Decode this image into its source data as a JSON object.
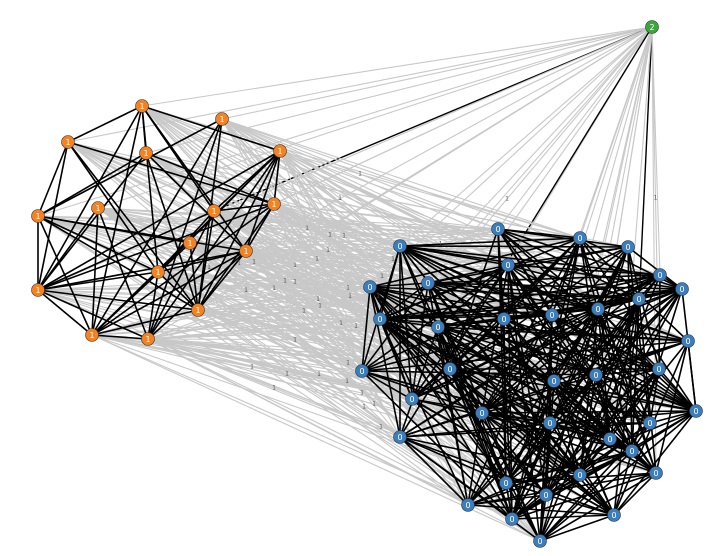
{
  "colors": {
    "cluster_0": "#3a7ebf",
    "cluster_1": "#f5821f",
    "cluster_2": "#3aa73a",
    "intra_edge": "#000000",
    "inter_edge": "#c8c8c8"
  },
  "edge_weight_label": "1",
  "nodes": [
    {
      "id": "n2",
      "label": "2",
      "cluster": 2
    },
    {
      "id": "o1",
      "label": "1",
      "cluster": 1
    },
    {
      "id": "o2",
      "label": "1",
      "cluster": 1
    },
    {
      "id": "o3",
      "label": "1",
      "cluster": 1
    },
    {
      "id": "o4",
      "label": "1",
      "cluster": 1
    },
    {
      "id": "o5",
      "label": "1",
      "cluster": 1
    },
    {
      "id": "o6",
      "label": "1",
      "cluster": 1
    },
    {
      "id": "o7",
      "label": "1",
      "cluster": 1
    },
    {
      "id": "o8",
      "label": "1",
      "cluster": 1
    },
    {
      "id": "o9",
      "label": "1",
      "cluster": 1
    },
    {
      "id": "o10",
      "label": "1",
      "cluster": 1
    },
    {
      "id": "o11",
      "label": "1",
      "cluster": 1
    },
    {
      "id": "o12",
      "label": "1",
      "cluster": 1
    },
    {
      "id": "o13",
      "label": "1",
      "cluster": 1
    },
    {
      "id": "o14",
      "label": "1",
      "cluster": 1
    },
    {
      "id": "o15",
      "label": "1",
      "cluster": 1
    },
    {
      "id": "o16",
      "label": "1",
      "cluster": 1
    },
    {
      "id": "b1",
      "label": "0",
      "cluster": 0
    },
    {
      "id": "b2",
      "label": "0",
      "cluster": 0
    },
    {
      "id": "b3",
      "label": "0",
      "cluster": 0
    },
    {
      "id": "b4",
      "label": "0",
      "cluster": 0
    },
    {
      "id": "b5",
      "label": "0",
      "cluster": 0
    },
    {
      "id": "b6",
      "label": "0",
      "cluster": 0
    },
    {
      "id": "b7",
      "label": "0",
      "cluster": 0
    },
    {
      "id": "b8",
      "label": "0",
      "cluster": 0
    },
    {
      "id": "b9",
      "label": "0",
      "cluster": 0
    },
    {
      "id": "b10",
      "label": "0",
      "cluster": 0
    },
    {
      "id": "b11",
      "label": "0",
      "cluster": 0
    },
    {
      "id": "b12",
      "label": "0",
      "cluster": 0
    },
    {
      "id": "b13",
      "label": "0",
      "cluster": 0
    },
    {
      "id": "b14",
      "label": "0",
      "cluster": 0
    },
    {
      "id": "b15",
      "label": "0",
      "cluster": 0
    },
    {
      "id": "b16",
      "label": "0",
      "cluster": 0
    },
    {
      "id": "b17",
      "label": "0",
      "cluster": 0
    },
    {
      "id": "b18",
      "label": "0",
      "cluster": 0
    },
    {
      "id": "b19",
      "label": "0",
      "cluster": 0
    },
    {
      "id": "b20",
      "label": "0",
      "cluster": 0
    },
    {
      "id": "b21",
      "label": "0",
      "cluster": 0
    },
    {
      "id": "b22",
      "label": "0",
      "cluster": 0
    },
    {
      "id": "b23",
      "label": "0",
      "cluster": 0
    },
    {
      "id": "b24",
      "label": "0",
      "cluster": 0
    },
    {
      "id": "b25",
      "label": "0",
      "cluster": 0
    },
    {
      "id": "b26",
      "label": "0",
      "cluster": 0
    },
    {
      "id": "b27",
      "label": "0",
      "cluster": 0
    },
    {
      "id": "b28",
      "label": "0",
      "cluster": 0
    },
    {
      "id": "b29",
      "label": "0",
      "cluster": 0
    },
    {
      "id": "b30",
      "label": "0",
      "cluster": 0
    },
    {
      "id": "b31",
      "label": "0",
      "cluster": 0
    },
    {
      "id": "b32",
      "label": "0",
      "cluster": 0
    },
    {
      "id": "b33",
      "label": "0",
      "cluster": 0
    },
    {
      "id": "b34",
      "label": "0",
      "cluster": 0
    },
    {
      "id": "b35",
      "label": "0",
      "cluster": 0
    },
    {
      "id": "b36",
      "label": "0",
      "cluster": 0
    },
    {
      "id": "b37",
      "label": "0",
      "cluster": 0
    }
  ]
}
